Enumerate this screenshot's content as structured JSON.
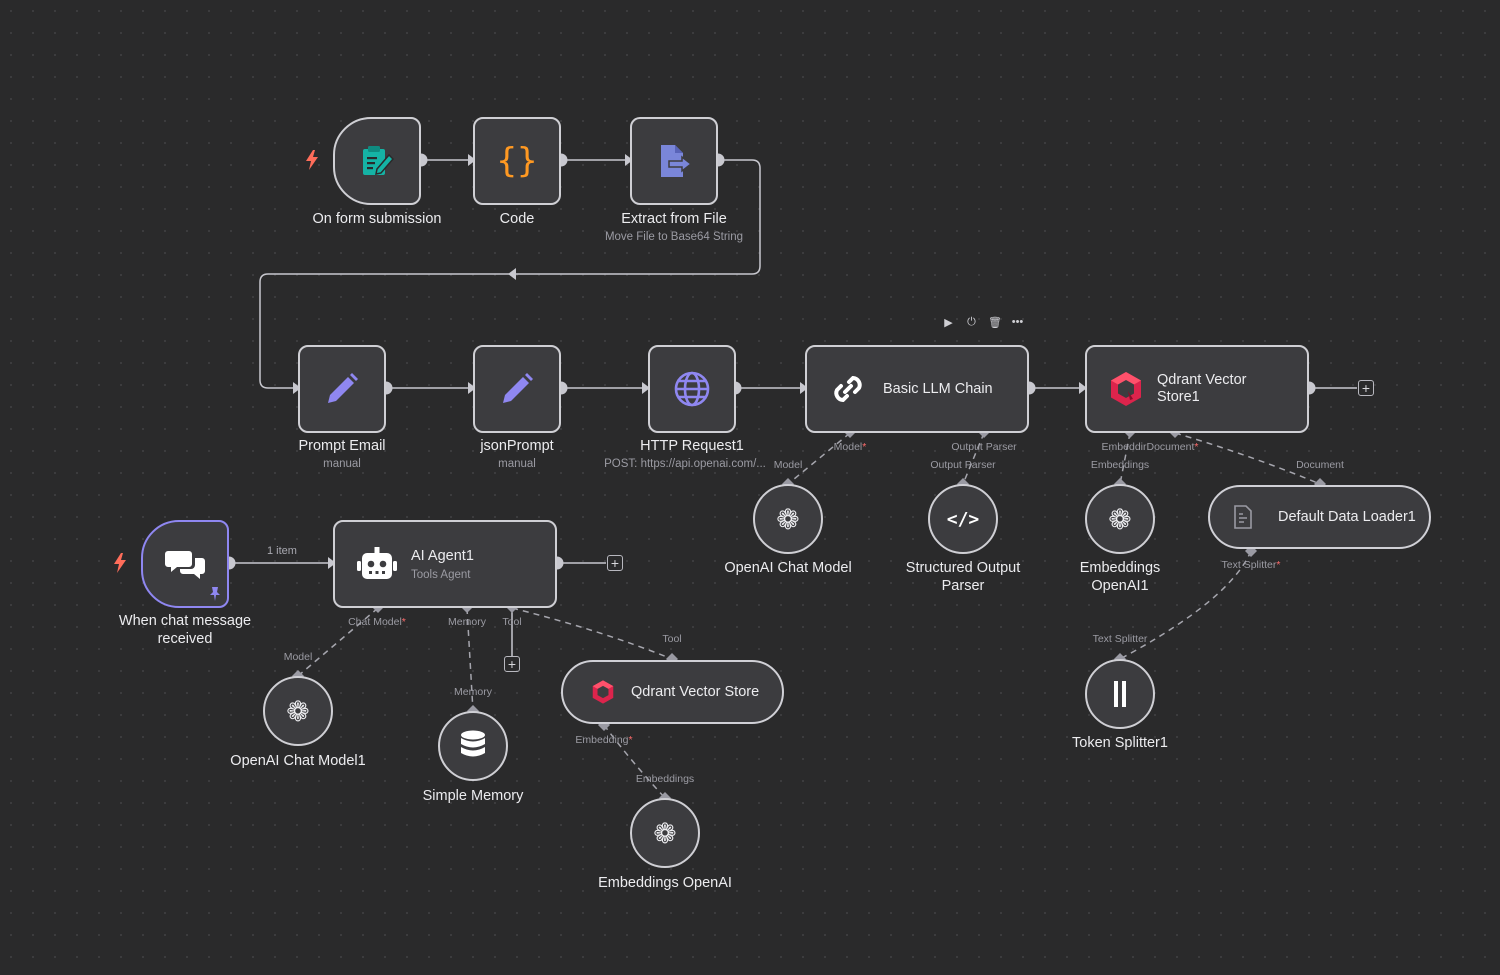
{
  "nodes": {
    "form_submission": {
      "label": "On form submission"
    },
    "code": {
      "label": "Code"
    },
    "extract": {
      "label": "Extract from File",
      "sub": "Move File to Base64 String"
    },
    "prompt_email": {
      "label": "Prompt Email",
      "sub": "manual"
    },
    "json_prompt": {
      "label": "jsonPrompt",
      "sub": "manual"
    },
    "http_request": {
      "label": "HTTP Request1",
      "sub": "POST: https://api.openai.com/..."
    },
    "basic_llm_chain": {
      "label": "Basic LLM Chain"
    },
    "qdrant_store1": {
      "label_line1": "Qdrant Vector",
      "label_line2": "Store1"
    },
    "openai_chat_model": {
      "label": "OpenAI Chat Model"
    },
    "structured_parser": {
      "label_line1": "Structured Output",
      "label_line2": "Parser"
    },
    "embeddings_openai1": {
      "label_line1": "Embeddings",
      "label_line2": "OpenAI1"
    },
    "default_data_loader": {
      "label": "Default Data Loader1"
    },
    "token_splitter": {
      "label": "Token Splitter1"
    },
    "chat_trigger": {
      "label_line1": "When chat message",
      "label_line2": "received"
    },
    "ai_agent": {
      "label": "AI Agent1",
      "sub": "Tools Agent"
    },
    "openai_chat_model1": {
      "label": "OpenAI Chat Model1"
    },
    "simple_memory": {
      "label": "Simple Memory"
    },
    "qdrant_store": {
      "label": "Qdrant Vector Store"
    },
    "embeddings_openai": {
      "label": "Embeddings OpenAI"
    }
  },
  "ports": {
    "llm_model": "Model",
    "llm_output_parser": "Output Parser",
    "openai_model_in": "Model",
    "parser_in": "Output Parser",
    "qdrant1_embedding": "Embeddir",
    "qdrant1_document": "Document",
    "embeddings1_in": "Embeddings",
    "loader_in": "Document",
    "loader_text_splitter": "Text Splitter",
    "token_splitter_in": "Text Splitter",
    "agent_chat_model": "Chat Model",
    "agent_memory": "Memory",
    "agent_tool": "Tool",
    "chat_model1_in": "Model",
    "memory_in": "Memory",
    "qdrant_tool_in": "Tool",
    "qdrant_embedding": "Embedding",
    "embeddings_in": "Embeddings"
  },
  "edge_labels": {
    "chat_to_agent": "1 item"
  },
  "icons": {
    "form_submission": "form-icon",
    "code": "curly-braces-icon",
    "extract": "file-export-icon",
    "prompt_email": "pencil-icon",
    "json_prompt": "pencil-icon",
    "http_request": "globe-icon",
    "basic_llm_chain": "link-icon",
    "qdrant": "qdrant-logo-icon",
    "openai": "openai-icon",
    "parser": "code-tag-icon",
    "loader": "document-icon",
    "splitter": "split-bars-icon",
    "chat": "chat-bubbles-icon",
    "agent": "robot-icon",
    "memory": "database-icon",
    "trigger": "lightning-icon",
    "pin": "pin-icon"
  },
  "toolbar": {
    "play": "▶",
    "power": "⏻",
    "delete": "🗑",
    "more": "•••"
  },
  "colors": {
    "background": "#2a2a2b",
    "node_fill": "#3c3c3f",
    "node_border": "#cfcfd4",
    "trigger": "#ff6d5a",
    "form_icon": "#15b3a5",
    "code_icon": "#ff9922",
    "extract_icon": "#7a86d9",
    "pencil_icon": "#8f87f1",
    "pin": "#8f87f1"
  }
}
